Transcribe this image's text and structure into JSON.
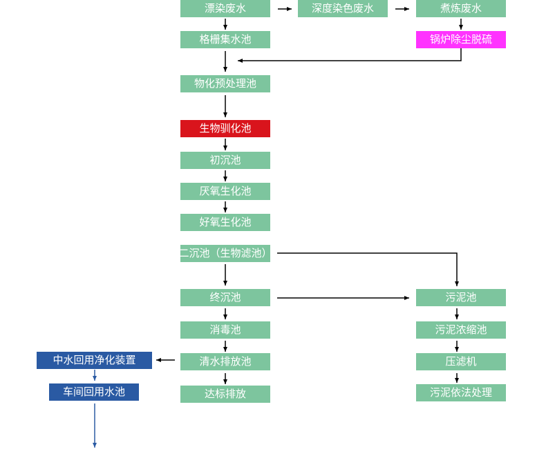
{
  "nodes": {
    "piaoran": "漂染废水",
    "shendu": "深度染色废水",
    "zhulian": "煮炼废水",
    "geshan": "格栅集水池",
    "guolu": "锅炉除尘脱硫",
    "wuhua": "物化预处理池",
    "shengwu": "生物驯化池",
    "chuchen": "初沉池",
    "yanyang": "厌氧生化池",
    "haoyang": "好氧生化池",
    "erchen": "二沉池（生物滤池）",
    "zhongchen": "终沉池",
    "wuni": "污泥池",
    "xiaodu": "消毒池",
    "wuninongsuo": "污泥浓缩池",
    "qingshui": "清水排放池",
    "yalv": "压滤机",
    "zhongshui": "中水回用净化装置",
    "dabiao": "达标排放",
    "wunifa": "污泥依法处理",
    "chejian": "车间回用水池"
  },
  "colors": {
    "process": "#7dc59e",
    "boiler": "#ff33ff",
    "bio": "#d9141c",
    "reuse": "#2a5aa3",
    "arrow": "#000000",
    "reuse_arrow": "#2a5aa3"
  }
}
